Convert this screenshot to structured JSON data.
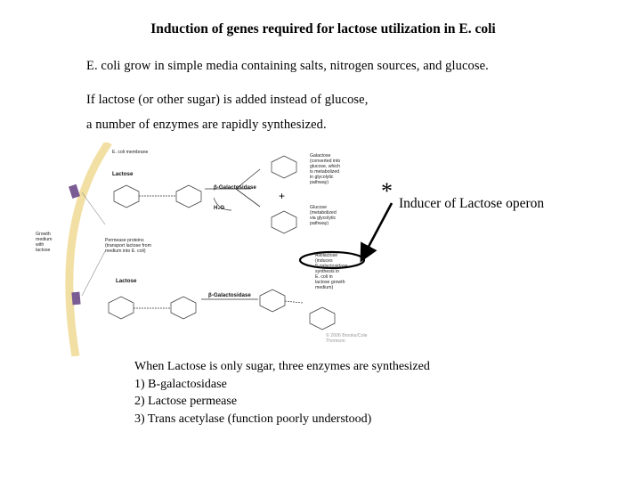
{
  "slide": {
    "title": "Induction of genes required for lactose utilization in E. coli",
    "line1": "E. coli grow in simple media containing salts, nitrogen sources, and glucose.",
    "line2": "If lactose (or other sugar) is added instead of glucose,",
    "line3": "a number of enzymes are rapidly synthesized."
  },
  "figure": {
    "membrane_label": "E. coli membrane",
    "lactose_top": "Lactose",
    "lactose_bottom": "Lactose",
    "enzyme_top": "β-Galactosidase",
    "enzyme_bottom": "β-Galactosidase",
    "water": "H₂O",
    "galactose_label": "Galactose\n(converted into\nglucose, which\nis metabolized\nin glycolytic\npathway)",
    "glucose_label": "Glucose\n(metabolized\nvia glycolytic\npathway)",
    "growth_label": "Growth\nmedium\nwith\nlactose",
    "permease_label": "Permease proteins\n(transport lactose from\nmedium into E. coli)",
    "allolactose_label": "Allolactose\n(induces\nβ-galactosidase\nsynthesis in\nE. coli in\nlactose growth\nmedium)",
    "credit": "© 2006 Brooks/Cole\nThomson"
  },
  "annotation": {
    "star": "*",
    "text": "Inducer of Lactose operon"
  },
  "bottom": {
    "intro": "When Lactose is only sugar, three enzymes are synthesized",
    "items": [
      "1)  B-galactosidase",
      "2)  Lactose permease",
      "3)  Trans acetylase (function poorly understood)"
    ]
  },
  "colors": {
    "membrane": "#f2dfa3",
    "channel": "#7b5b93",
    "arrow": "#000000"
  }
}
